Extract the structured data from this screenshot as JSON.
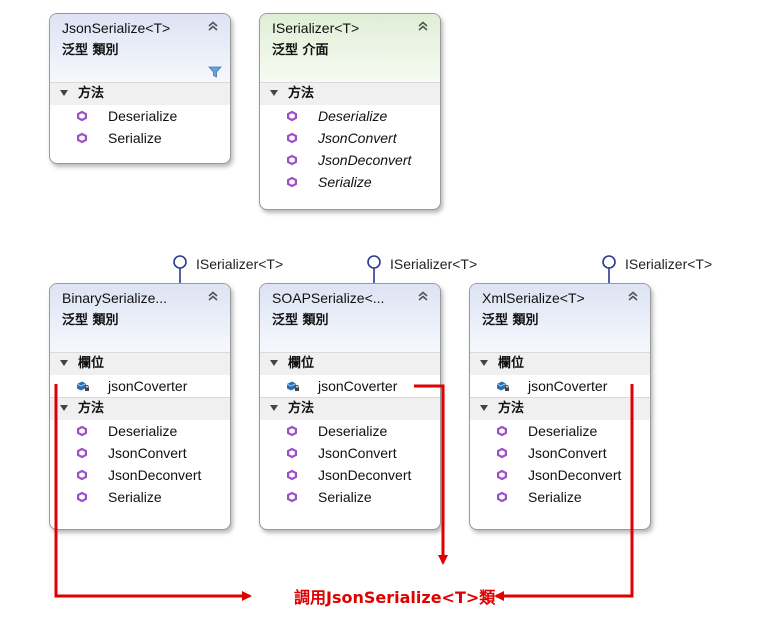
{
  "classes": [
    {
      "title": "JsonSerialize<T>",
      "stereotype": "泛型 類別",
      "kind": "class",
      "filter": true,
      "sections": [
        {
          "name": "方法",
          "items": [
            "Deserialize",
            "Serialize"
          ],
          "italic": false,
          "icon": "method"
        }
      ]
    },
    {
      "title": "ISerializer<T>",
      "stereotype": "泛型 介面",
      "kind": "interface",
      "sections": [
        {
          "name": "方法",
          "items": [
            "Deserialize",
            "JsonConvert",
            "JsonDeconvert",
            "Serialize"
          ],
          "italic": true,
          "icon": "method"
        }
      ]
    },
    {
      "title": "BinarySerialize...",
      "stereotype": "泛型 類別",
      "kind": "class",
      "lollipop": "ISerializer<T>",
      "sections": [
        {
          "name": "欄位",
          "items": [
            "jsonCoverter"
          ],
          "icon": "field"
        },
        {
          "name": "方法",
          "items": [
            "Deserialize",
            "JsonConvert",
            "JsonDeconvert",
            "Serialize"
          ],
          "icon": "method"
        }
      ]
    },
    {
      "title": "SOAPSerialize<...",
      "stereotype": "泛型 類別",
      "kind": "class",
      "lollipop": "ISerializer<T>",
      "sections": [
        {
          "name": "欄位",
          "items": [
            "jsonCoverter"
          ],
          "icon": "field"
        },
        {
          "name": "方法",
          "items": [
            "Deserialize",
            "JsonConvert",
            "JsonDeconvert",
            "Serialize"
          ],
          "icon": "method"
        }
      ]
    },
    {
      "title": "XmlSerialize<T>",
      "stereotype": "泛型 類別",
      "kind": "class",
      "lollipop": "ISerializer<T>",
      "sections": [
        {
          "name": "欄位",
          "items": [
            "jsonCoverter"
          ],
          "icon": "field"
        },
        {
          "name": "方法",
          "items": [
            "Deserialize",
            "JsonConvert",
            "JsonDeconvert",
            "Serialize"
          ],
          "icon": "method"
        }
      ]
    }
  ],
  "annotation": "調用JsonSerialize<T>類",
  "colors": {
    "arrow": "#e00000",
    "method_icon": "#9b4fc8",
    "lollipop": "#2b3a8e"
  }
}
